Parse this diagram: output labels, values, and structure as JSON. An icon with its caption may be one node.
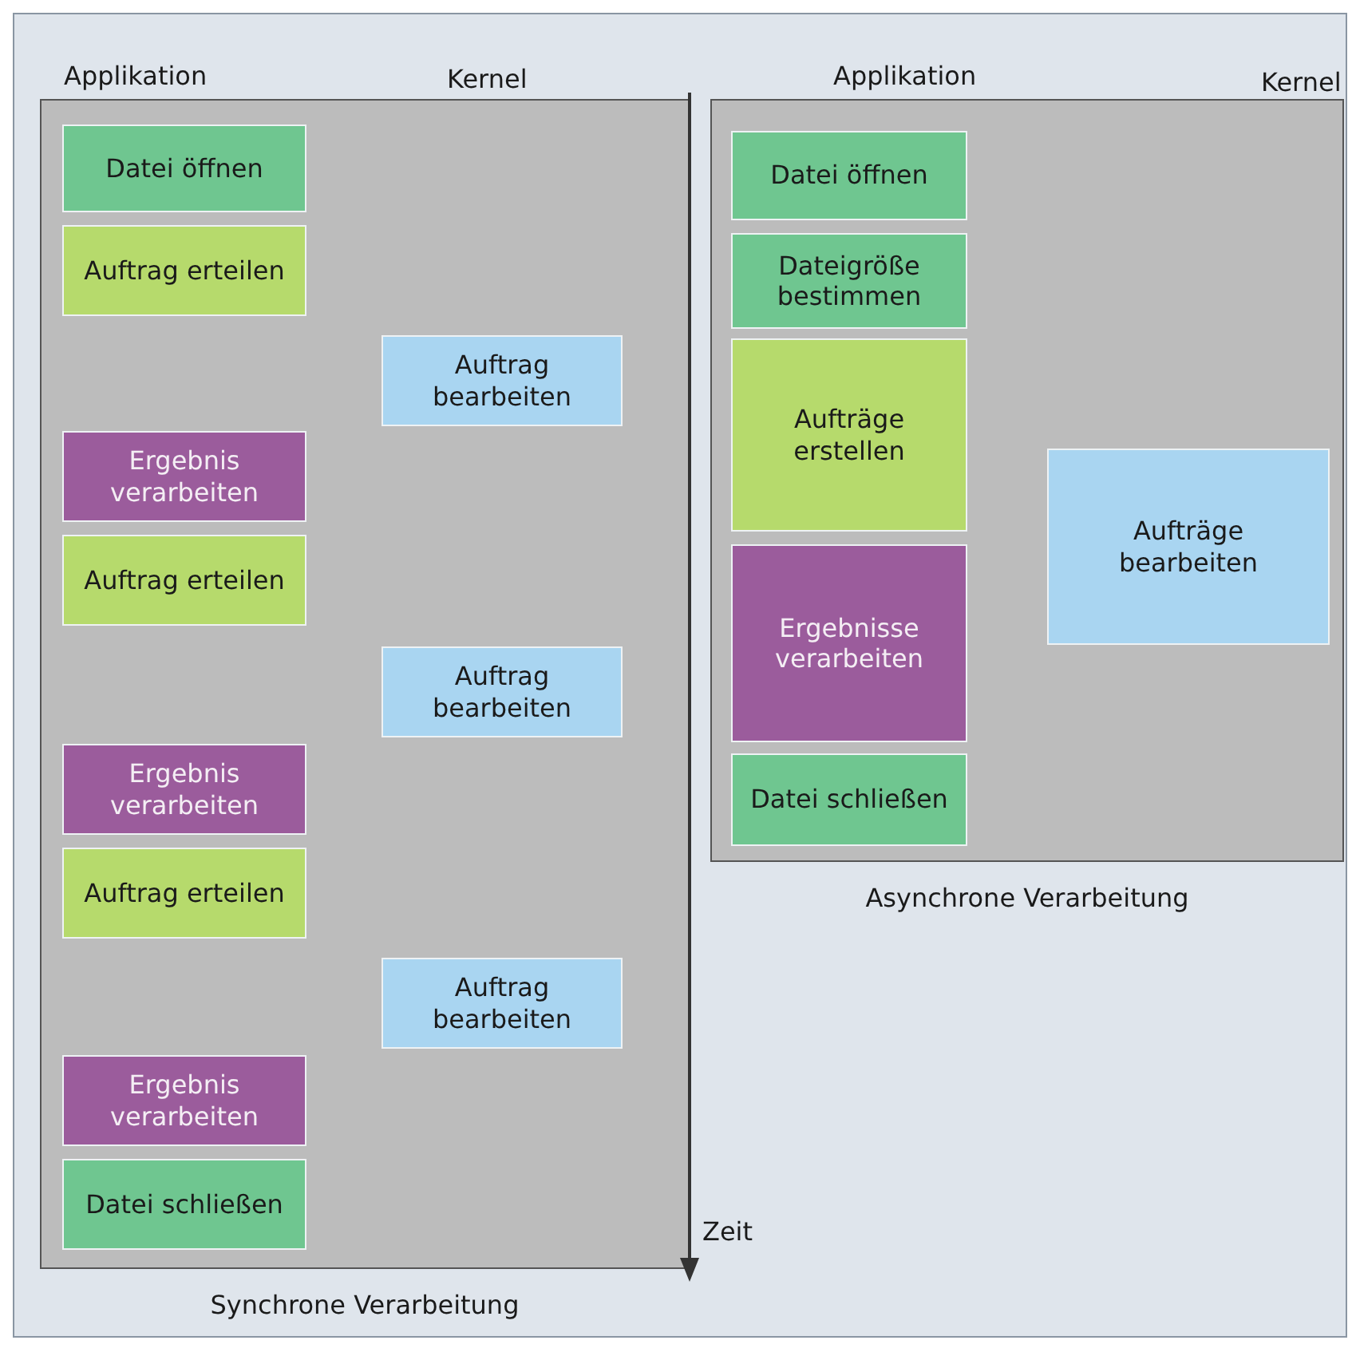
{
  "diagram": {
    "nodes": [
      {
        "text": [],
        "shape": "box",
        "beside": [
          "Synchrone Verarbeitung"
        ]
      },
      {
        "text": [
          "Datei öffnen"
        ],
        "in": 0
      },
      {
        "text": [
          "Auftrag erteilen"
        ],
        "in": 0
      },
      {
        "text": [
          "Auftrag bearbeiten"
        ],
        "in": 0
      },
      {
        "text": [
          "Ergebnis verarbeiten"
        ],
        "in": 0
      },
      {
        "text": [
          "Auftrag erteilen"
        ],
        "in": 0
      },
      {
        "text": [
          "Auftrag bearbeiten"
        ],
        "in": 0
      },
      {
        "text": [
          "Ergebnis verarbeiten"
        ],
        "in": 0
      },
      {
        "text": [
          "Auftrag erteilen"
        ],
        "in": 0
      },
      {
        "text": [
          "Auftrag bearbeiten"
        ],
        "in": 0
      },
      {
        "text": [
          "Ergebnis verarbeiten"
        ],
        "in": 0
      },
      {
        "text": [
          "Datei schließen"
        ],
        "in": 0
      },
      {
        "text": [],
        "shape": "box",
        "beside": [
          "Asynchrone Verarbeitung"
        ]
      },
      {
        "text": [
          "Datei öffnen"
        ],
        "in": 12
      },
      {
        "text": [
          "Dateigröße bestimmen"
        ],
        "in": 12
      },
      {
        "text": [
          "Aufträge erstellen"
        ],
        "in": 12
      },
      {
        "text": [
          "Aufträge bearbeiten"
        ],
        "in": 12
      },
      {
        "text": [
          "Ergebnisse verarbeiten"
        ],
        "in": 12
      },
      {
        "text": [
          "Datei schließen"
        ],
        "in": 12
      }
    ],
    "labels": [
      "Applikation",
      "Kernel",
      "Applikation",
      "Kernel",
      "Zeit"
    ]
  }
}
